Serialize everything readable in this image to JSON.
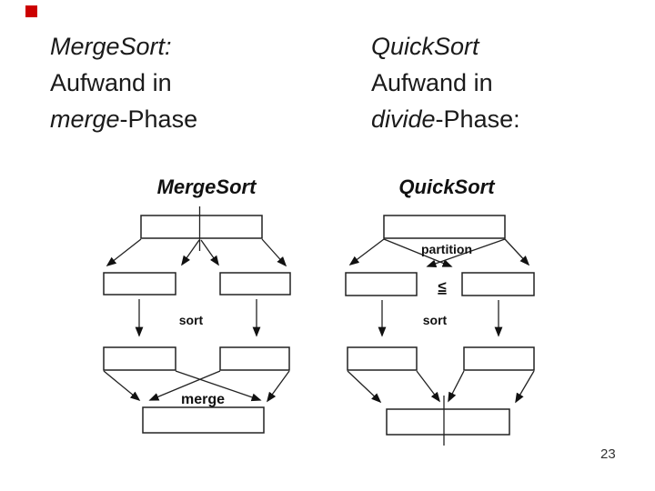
{
  "slide": {
    "page_number": "23",
    "bullet_color": "#cc0000"
  },
  "notes": {
    "left": {
      "line1": "MergeSort:",
      "line2": "Aufwand in",
      "line3_italic": "merge",
      "line3_rest": "-Phase"
    },
    "right": {
      "line1": "QuickSort",
      "line2": "Aufwand in",
      "line3_italic": "divide",
      "line3_rest": "-Phase:"
    }
  },
  "diagrams": {
    "mergesort": {
      "title": "MergeSort",
      "sort_label": "sort",
      "merge_label": "merge"
    },
    "quicksort": {
      "title": "QuickSort",
      "partition_label": "partition",
      "pivot_symbol": "≤",
      "sort_label": "sort"
    }
  }
}
